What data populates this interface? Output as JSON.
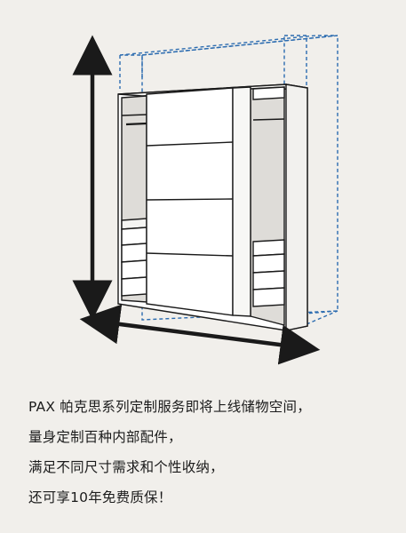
{
  "caption": {
    "line1": "PAX 帕克思系列定制服务即将上线储物空间，",
    "line2": "量身定制百种内部配件，",
    "line3": "满足不同尺寸需求和个性收纳，",
    "line4": "还可享10年免费质保！"
  },
  "watermark": "",
  "colors": {
    "background": "#f1efeb",
    "outline": "#1a1a1a",
    "dashed_outline": "#2c6cb0",
    "door_fill": "#ffffff",
    "interior_fill": "#dedcd8"
  }
}
